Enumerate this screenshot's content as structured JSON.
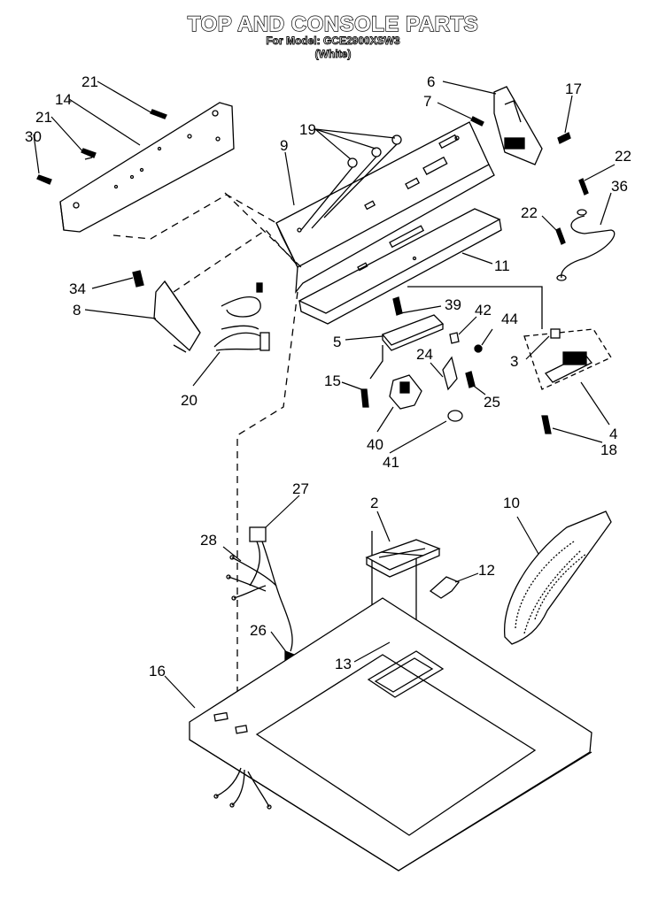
{
  "header": {
    "title": "TOP AND CONSOLE PARTS",
    "model_line": "For Model: GCE2900XSW3",
    "color_line": "(White)"
  },
  "callouts": {
    "c21a": "21",
    "c14": "14",
    "c21b": "21",
    "c30": "30",
    "c19": "19",
    "c9": "9",
    "c6": "6",
    "c7": "7",
    "c17": "17",
    "c22a": "22",
    "c36": "36",
    "c22b": "22",
    "c11": "11",
    "c34": "34",
    "c8": "8",
    "c39": "39",
    "c42": "42",
    "c44": "44",
    "c5": "5",
    "c3": "3",
    "c24": "24",
    "c15": "15",
    "c25": "25",
    "c20": "20",
    "c4": "4",
    "c40": "40",
    "c18": "18",
    "c41": "41",
    "c27": "27",
    "c2": "2",
    "c10": "10",
    "c28": "28",
    "c12": "12",
    "c26": "26",
    "c13": "13",
    "c16": "16"
  }
}
